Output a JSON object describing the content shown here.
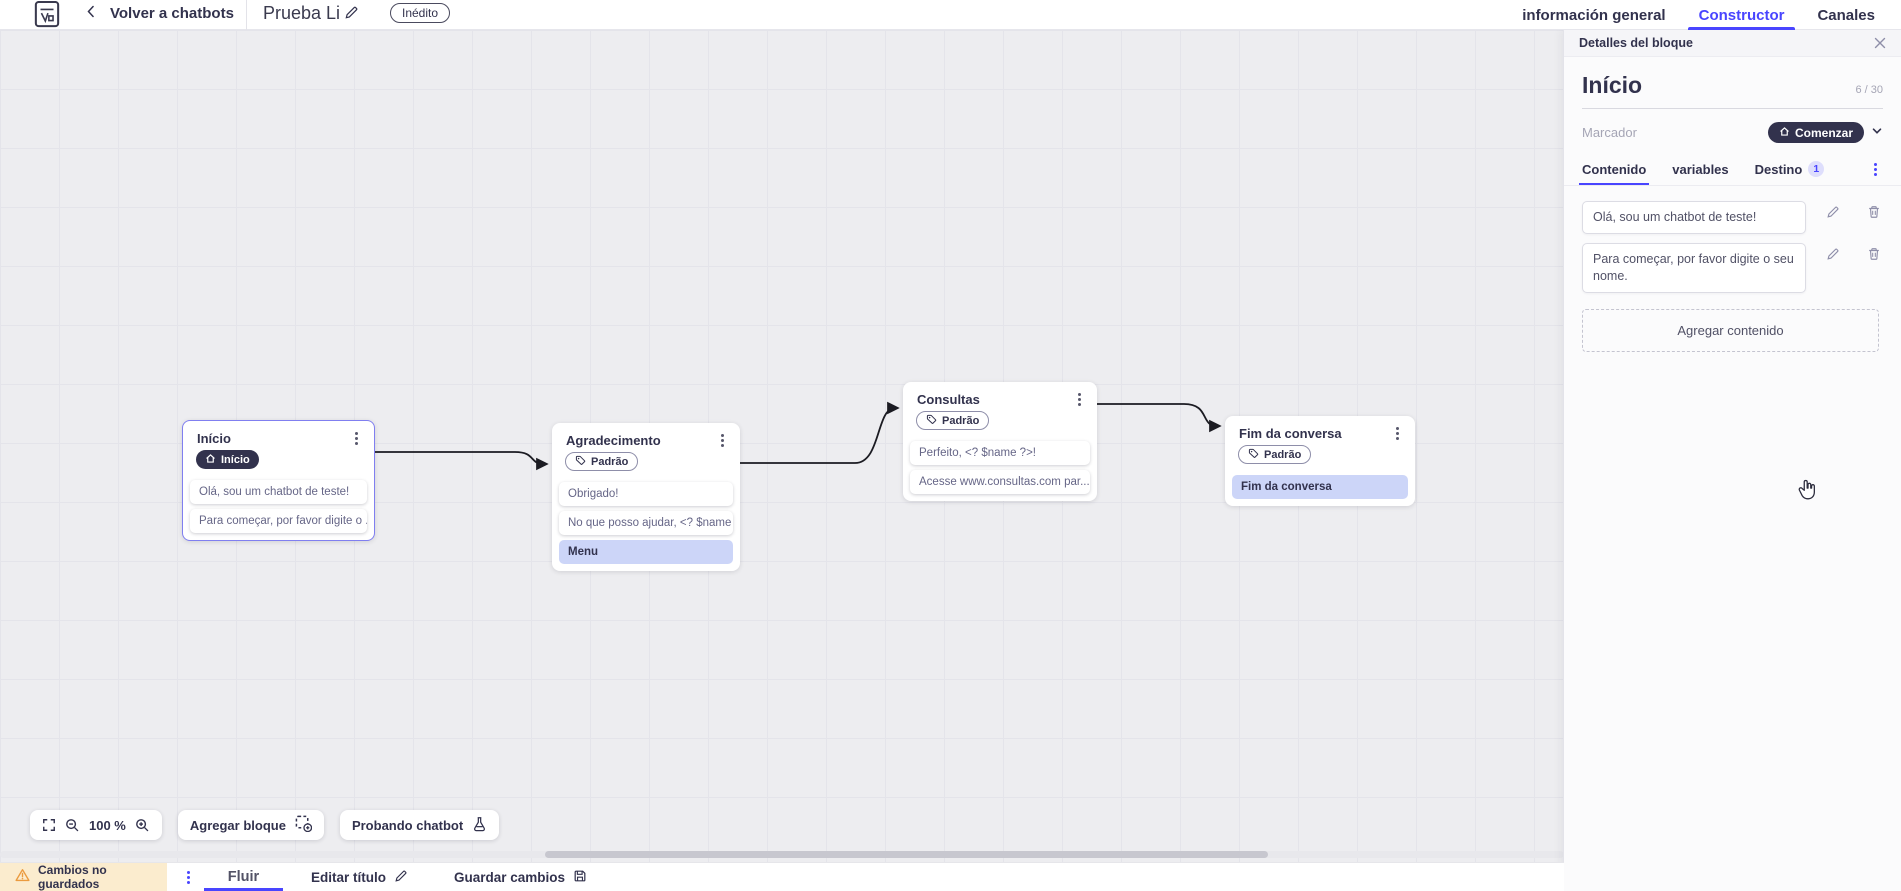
{
  "topbar": {
    "back_label": "Volver a chatbots",
    "title": "Prueba Li",
    "status_badge": "Inédito",
    "tabs": [
      {
        "label": "información general",
        "active": false
      },
      {
        "label": "Constructor",
        "active": true
      },
      {
        "label": "Canales",
        "active": false
      }
    ]
  },
  "canvas": {
    "blocks": [
      {
        "name": "Início",
        "tag": "Início",
        "selected": true,
        "items": [
          {
            "text": "Olá, sou um chatbot de teste!",
            "highlight": false
          },
          {
            "text": "Para começar, por favor digite o ...",
            "highlight": false
          }
        ]
      },
      {
        "name": "Agradecimento",
        "tag": "Padrão",
        "selected": false,
        "items": [
          {
            "text": "Obrigado!",
            "highlight": false
          },
          {
            "text": "No que posso ajudar, <? $name ...",
            "highlight": false
          },
          {
            "text": "Menu",
            "highlight": true
          }
        ]
      },
      {
        "name": "Consultas",
        "tag": "Padrão",
        "selected": false,
        "items": [
          {
            "text": "Perfeito, <? $name ?>!",
            "highlight": false
          },
          {
            "text": "Acesse www.consultas.com par...",
            "highlight": false
          }
        ]
      },
      {
        "name": "Fim da conversa",
        "tag": "Padrão",
        "selected": false,
        "items": [
          {
            "text": "Fim da conversa",
            "highlight": true
          }
        ]
      }
    ],
    "controls": {
      "zoom_value": "100 %",
      "add_block_label": "Agregar bloque",
      "test_chatbot_label": "Probando chatbot"
    }
  },
  "panel": {
    "header_title": "Detalles del bloque",
    "block_name": "Início",
    "char_counter": "6 / 30",
    "marker_label": "Marcador",
    "marker_value": "Comenzar",
    "tabs": [
      {
        "label": "Contenido",
        "active": true
      },
      {
        "label": "variables",
        "active": false
      },
      {
        "label": "Destino",
        "active": false,
        "badge": "1"
      }
    ],
    "contents": [
      {
        "text": "Olá, sou um chatbot de teste!"
      },
      {
        "text": "Para começar, por favor digite o seu nome."
      }
    ],
    "add_content_label": "Agregar contenido"
  },
  "bottombar": {
    "unsaved_label": "Cambios no guardados",
    "flow_tab_label": "Fluir",
    "edit_title_label": "Editar título",
    "save_label": "Guardar cambios"
  },
  "colors": {
    "accent_blue": "#4945ff",
    "dark_pill": "#32324d",
    "highlight_row": "#ccd5f8",
    "warning_bg": "#fbecce",
    "warning_icon": "#eb9b3f",
    "selected_block_border": "#807ff0"
  }
}
